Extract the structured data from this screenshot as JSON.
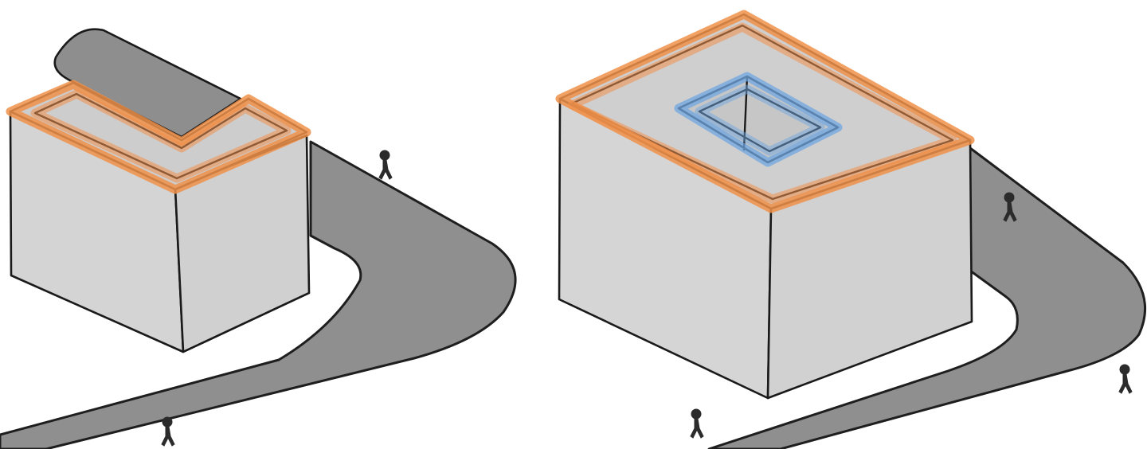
{
  "colors": {
    "background": "#ffffff",
    "wall": "#d3d3d3",
    "roof": "#cfcfcf",
    "road": "#8f8f8f",
    "ink": "#1a1a1a",
    "roof_edge_highlight": "#f0904a",
    "skylight_highlight": "#6fa6e0"
  },
  "buildings": [
    {
      "name": "left-building",
      "roof_shape": "L-shaped",
      "roof_edge_highlight": "orange"
    },
    {
      "name": "right-building",
      "roof_shape": "rectangular with skylight opening",
      "roof_edge_highlight": "orange",
      "opening_highlight": "blue"
    }
  ],
  "people": {
    "count": 5,
    "icon": "pedestrian-icon"
  },
  "roads": {
    "count": 2,
    "shape": "curved"
  }
}
